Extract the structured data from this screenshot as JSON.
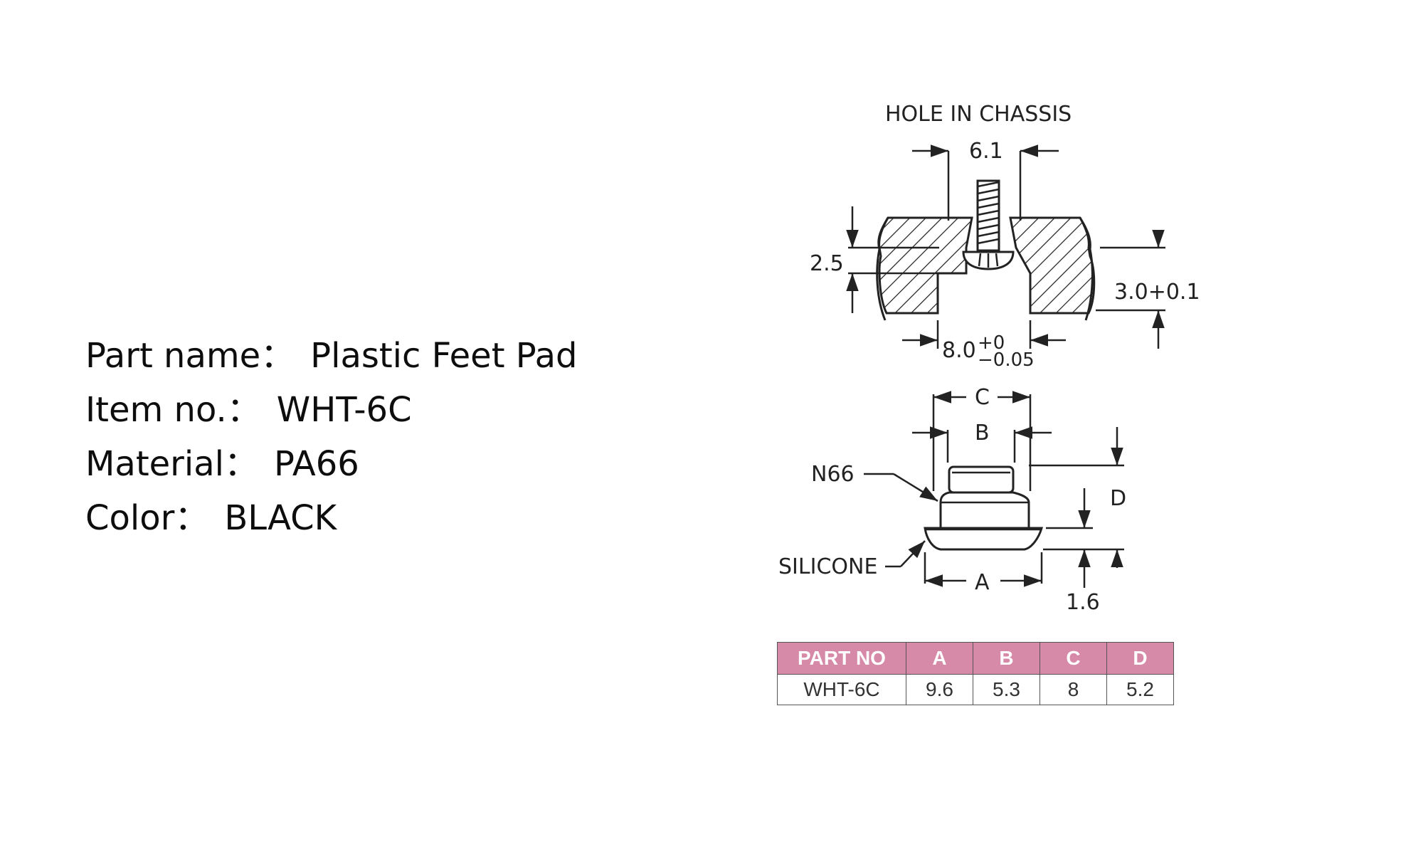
{
  "specs": [
    {
      "label": "Part name：",
      "value": "Plastic Feet Pad"
    },
    {
      "label": "Item no.：",
      "value": "WHT-6C"
    },
    {
      "label": "Material：",
      "value": "PA66"
    },
    {
      "label": "Color：",
      "value": "BLACK"
    }
  ],
  "drawing": {
    "hole_title": "HOLE  IN  CHASSIS",
    "dim_hole_width": "6.1",
    "dim_thickness": "2.5",
    "dim_depth": "3.0+0.1",
    "dim_recess_width": "8.0",
    "tol_plus": "+0",
    "tol_minus": "−0.05",
    "label_c": "C",
    "label_b": "B",
    "label_a": "A",
    "label_d": "D",
    "label_n66": "N66",
    "label_silicone": "SILICONE",
    "dim_base": "1.6"
  },
  "table": {
    "headers": [
      "PART NO",
      "A",
      "B",
      "C",
      "D"
    ],
    "row": [
      "WHT-6C",
      "9.6",
      "5.3",
      "8",
      "5.2"
    ]
  },
  "colors": {
    "header_bg": "#d68aa7",
    "header_text": "#ffffff"
  }
}
